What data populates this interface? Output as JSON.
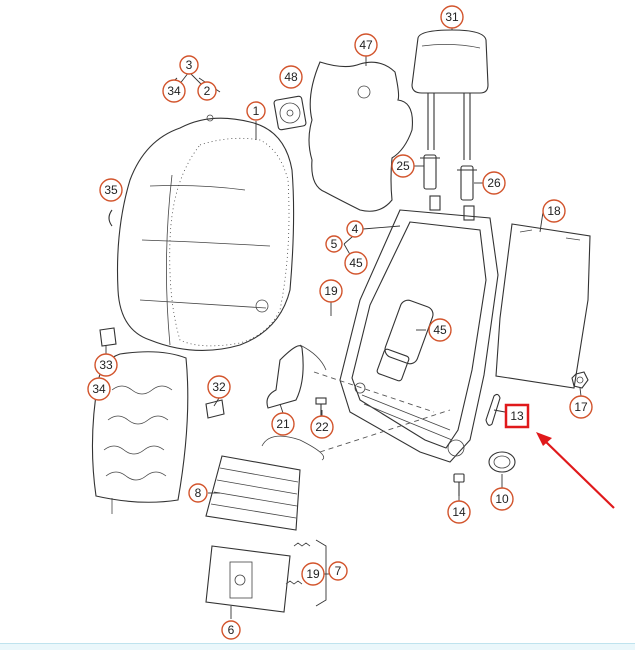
{
  "callouts": [
    {
      "id": "c31",
      "label": "31"
    },
    {
      "id": "c47",
      "label": "47"
    },
    {
      "id": "c48",
      "label": "48"
    },
    {
      "id": "c3",
      "label": "3"
    },
    {
      "id": "c34a",
      "label": "34"
    },
    {
      "id": "c2",
      "label": "2"
    },
    {
      "id": "c1",
      "label": "1"
    },
    {
      "id": "c25",
      "label": "25"
    },
    {
      "id": "c26",
      "label": "26"
    },
    {
      "id": "c35",
      "label": "35"
    },
    {
      "id": "c4",
      "label": "4"
    },
    {
      "id": "c5",
      "label": "5"
    },
    {
      "id": "c45a",
      "label": "45"
    },
    {
      "id": "c18",
      "label": "18"
    },
    {
      "id": "c19a",
      "label": "19"
    },
    {
      "id": "c45b",
      "label": "45"
    },
    {
      "id": "c33",
      "label": "33"
    },
    {
      "id": "c34b",
      "label": "34"
    },
    {
      "id": "c32",
      "label": "32"
    },
    {
      "id": "c21",
      "label": "21"
    },
    {
      "id": "c22",
      "label": "22"
    },
    {
      "id": "c17",
      "label": "17"
    },
    {
      "id": "c8",
      "label": "8"
    },
    {
      "id": "c10",
      "label": "10"
    },
    {
      "id": "c14",
      "label": "14"
    },
    {
      "id": "c19b",
      "label": "19"
    },
    {
      "id": "c7",
      "label": "7"
    },
    {
      "id": "c6",
      "label": "6"
    }
  ],
  "highlighted": {
    "label": "13",
    "box_color": "#e0191b"
  },
  "arrow": {
    "color": "#e0191b"
  },
  "colors": {
    "callout_ring": "#d2542c",
    "line": "#333333"
  }
}
